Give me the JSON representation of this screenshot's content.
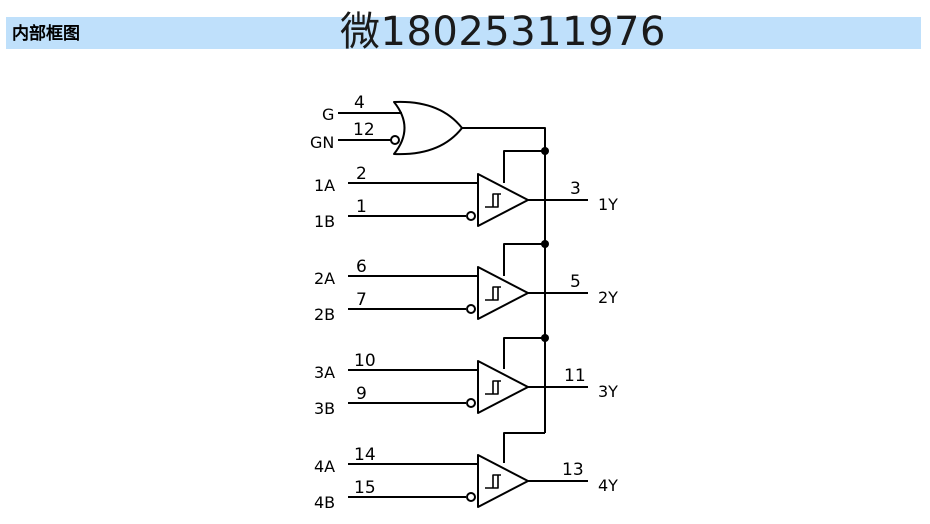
{
  "header": {
    "section_title": "内部框图",
    "contact": "微18025311976"
  },
  "diagram": {
    "enable_gate": {
      "inputs": [
        {
          "signal": "G",
          "pin": "4",
          "inverted": false
        },
        {
          "signal": "GN",
          "pin": "12",
          "inverted": true
        }
      ]
    },
    "buffers": [
      {
        "a_signal": "1A",
        "a_pin": "2",
        "b_signal": "1B",
        "b_pin": "1",
        "y_signal": "1Y",
        "y_pin": "3"
      },
      {
        "a_signal": "2A",
        "a_pin": "6",
        "b_signal": "2B",
        "b_pin": "7",
        "y_signal": "2Y",
        "y_pin": "5"
      },
      {
        "a_signal": "3A",
        "a_pin": "10",
        "b_signal": "3B",
        "b_pin": "9",
        "y_signal": "3Y",
        "y_pin": "11"
      },
      {
        "a_signal": "4A",
        "a_pin": "14",
        "b_signal": "4B",
        "b_pin": "15",
        "y_signal": "4Y",
        "y_pin": "13"
      }
    ]
  }
}
